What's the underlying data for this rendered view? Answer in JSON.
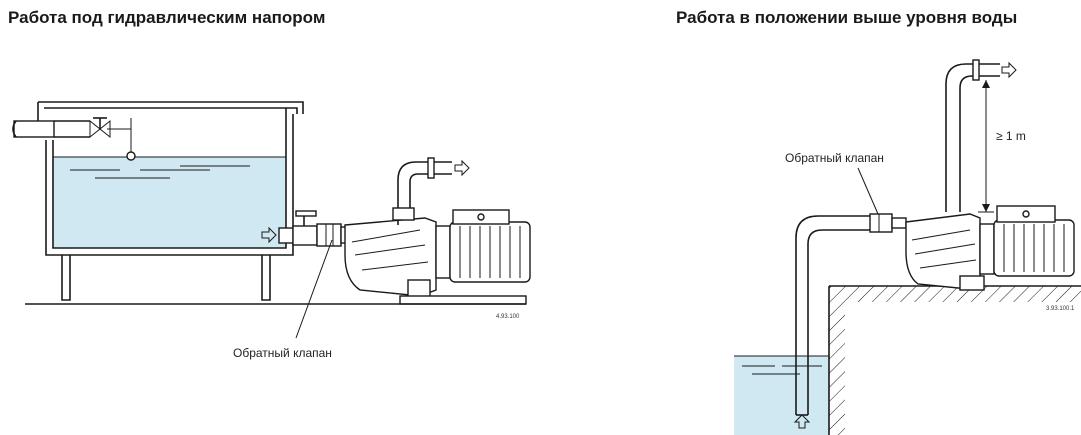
{
  "left_panel": {
    "title": "Работа под гидравлическим напором",
    "check_valve_label": "Обратный клапан",
    "figure_code": "4.93.100"
  },
  "right_panel": {
    "title": "Работа в положении выше уровня воды",
    "check_valve_label": "Обратный клапан",
    "height_label": "≥ 1 m",
    "figure_code": "3.93.100.1"
  },
  "colors": {
    "water": "#cfe8f2",
    "line": "#1a1a1a"
  },
  "icons": [
    "flow-arrow-icon",
    "float-valve-icon",
    "pump-icon",
    "motor-icon"
  ]
}
